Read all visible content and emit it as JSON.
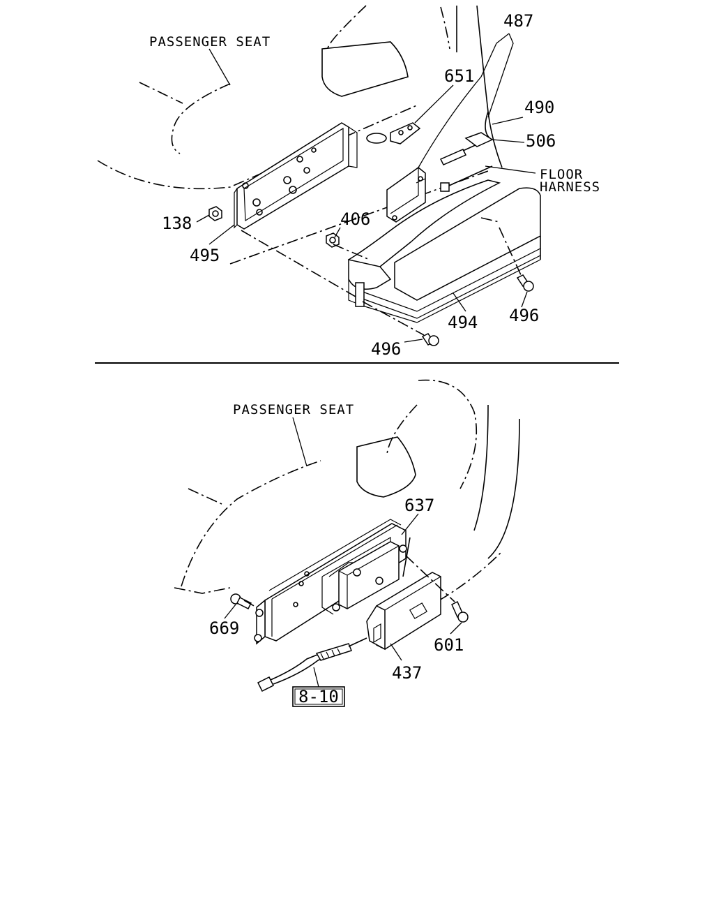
{
  "upper_view": {
    "seat_label": "PASSENGER SEAT",
    "floor_harness_line1": "FLOOR",
    "floor_harness_line2": "HARNESS",
    "callouts": {
      "p487": "487",
      "p651": "651",
      "p490": "490",
      "p506": "506",
      "p138": "138",
      "p495": "495",
      "p406": "406",
      "p494": "494",
      "p496a": "496",
      "p496b": "496"
    }
  },
  "lower_view": {
    "seat_label": "PASSENGER SEAT",
    "callouts": {
      "p637": "637",
      "p669": "669",
      "p601": "601",
      "p437": "437"
    },
    "reference_box": "8-10"
  }
}
